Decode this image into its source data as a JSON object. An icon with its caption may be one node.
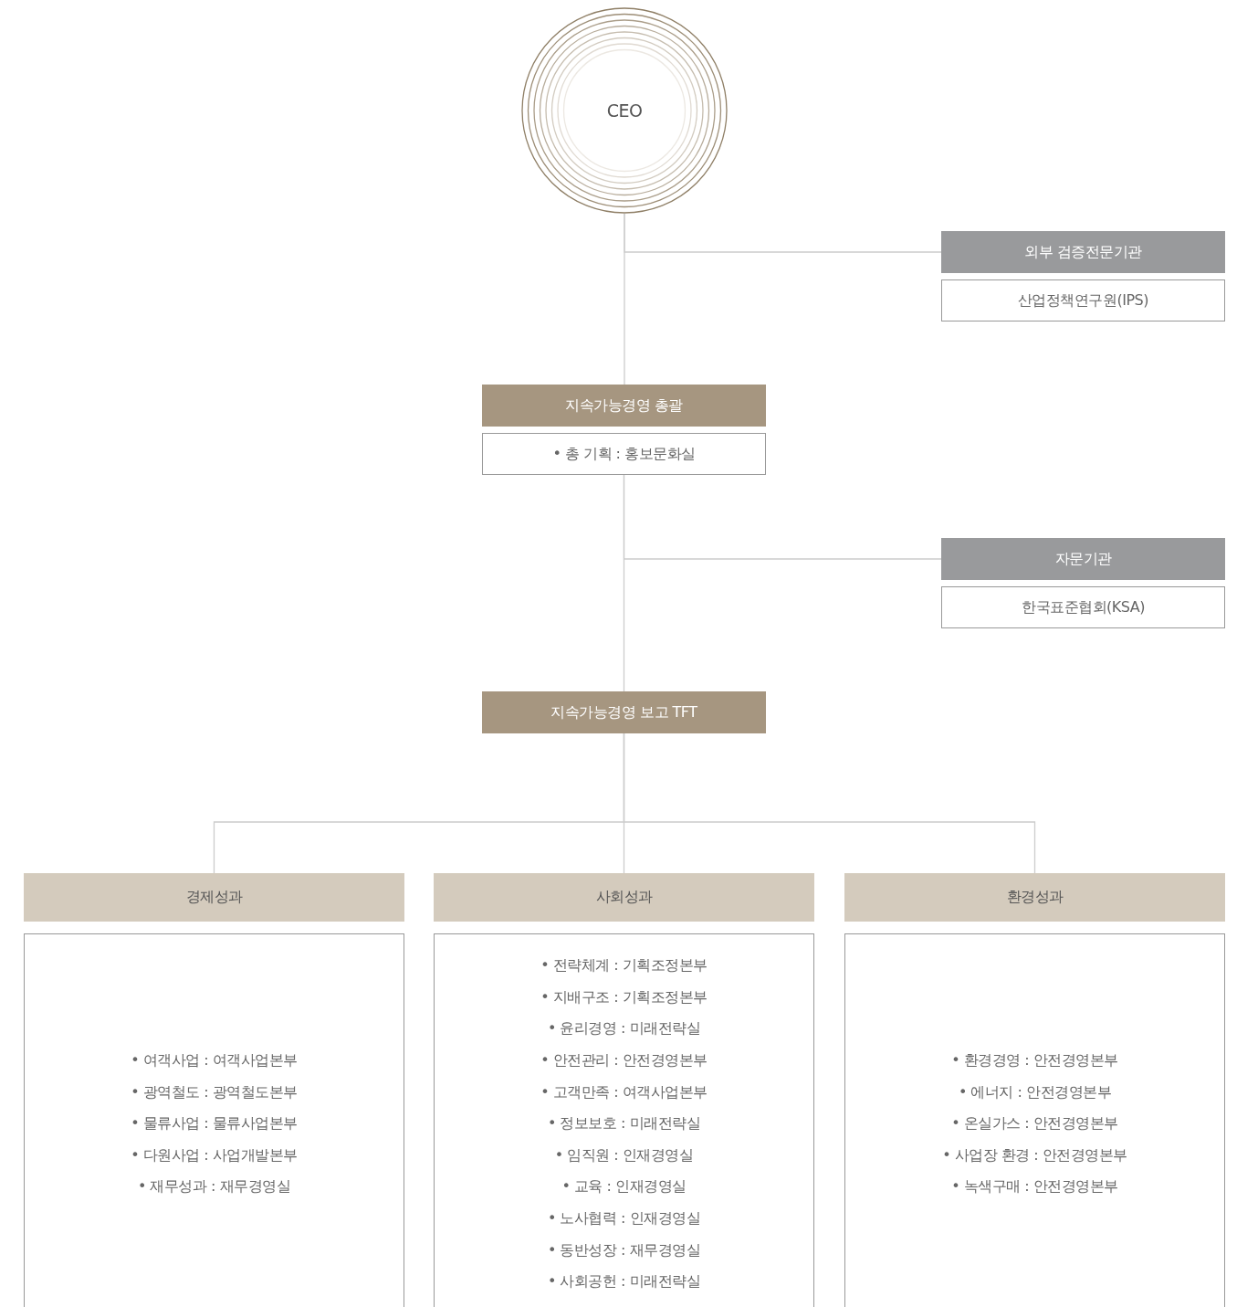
{
  "diagram": {
    "nodes": [
      {
        "text": [
          "CEO"
        ]
      },
      {
        "text": [
          "외부 검증전문기관"
        ]
      },
      {
        "text": [
          "산업정책연구원(IPS)"
        ]
      },
      {
        "text": [
          "지속가능경영 총괄"
        ]
      },
      {
        "text": [
          "• 총 기획 : 홍보문화실"
        ]
      },
      {
        "text": [
          "자문기관"
        ]
      },
      {
        "text": [
          "한국표준협회(KSA)"
        ]
      },
      {
        "text": [
          "지속가능경영 보고 TFT"
        ]
      },
      {
        "text": [
          "경제성과"
        ]
      },
      {
        "text": [
          "• 여객사업 : 여객사업본부",
          "• 광역철도 : 광역철도본부",
          "• 물류사업 : 물류사업본부",
          "• 다원사업 : 사업개발본부",
          "• 재무성과 : 재무경영실"
        ]
      },
      {
        "text": [
          "사회성과"
        ]
      },
      {
        "text": [
          "• 전략체계 : 기획조정본부",
          "• 지배구조 : 기획조정본부",
          "• 윤리경영 : 미래전략실",
          "• 안전관리 : 안전경영본부",
          "• 고객만족 : 여객사업본부",
          "• 정보보호 : 미래전략실",
          "• 임직원 : 인재경영실",
          "• 교육 : 인재경영실",
          "• 노사협력 : 인재경영실",
          "• 동반성장 : 재무경영실",
          "• 사회공헌 : 미래전략실"
        ]
      },
      {
        "text": [
          "환경성과"
        ]
      },
      {
        "text": [
          "• 환경경영 : 안전경영본부",
          "• 에너지 : 안전경영본부",
          "• 온실가스 : 안전경영본부",
          "• 사업장 환경 : 안전경영본부",
          "• 녹색구매 : 안전경영본부"
        ]
      }
    ],
    "edges": [
      {
        "from": 0,
        "to": 3,
        "arrow": "none"
      },
      {
        "from": 0,
        "to": 1,
        "arrow": "none"
      },
      {
        "from": 4,
        "to": 7,
        "arrow": "none"
      },
      {
        "from": 4,
        "to": 5,
        "arrow": "none"
      },
      {
        "from": 7,
        "to": 8,
        "arrow": "none"
      },
      {
        "from": 7,
        "to": 10,
        "arrow": "none"
      },
      {
        "from": 7,
        "to": 12,
        "arrow": "none"
      }
    ]
  }
}
